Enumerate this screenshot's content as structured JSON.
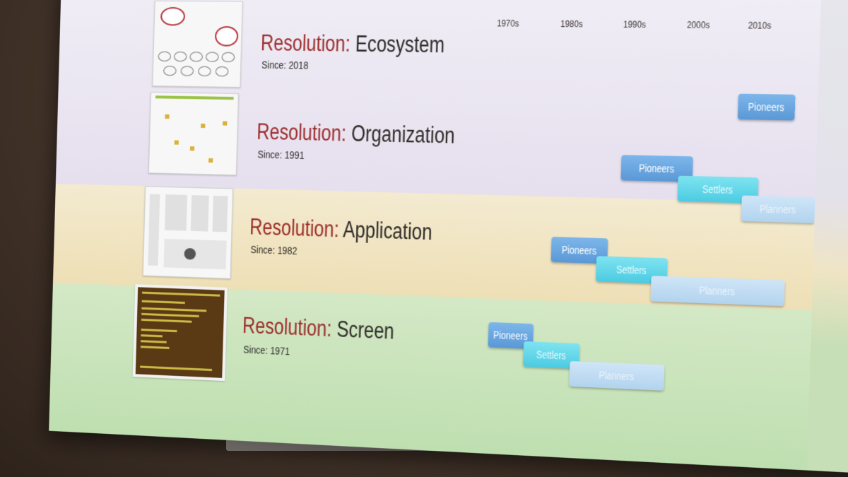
{
  "decades": [
    "1970s",
    "1980s",
    "1990s",
    "2000s",
    "2010s"
  ],
  "rows": [
    {
      "label_prefix": "Resolution:",
      "level": "Ecosystem",
      "since": "Since: 2018"
    },
    {
      "label_prefix": "Resolution:",
      "level": "Organization",
      "since": "Since: 1991"
    },
    {
      "label_prefix": "Resolution:",
      "level": "Application",
      "since": "Since: 1982"
    },
    {
      "label_prefix": "Resolution:",
      "level": "Screen",
      "since": "Since: 1971"
    }
  ],
  "phases": {
    "pioneers": "Pioneers",
    "settlers": "Settlers",
    "planners": "Planners"
  },
  "colors": {
    "resolution_red": "#9b2b2b",
    "pioneers_blue": "#5a98d6",
    "settlers_cyan": "#4bcbe2",
    "planners_pale": "#b2d3ee",
    "terminal_brown": "#5a3a14"
  }
}
